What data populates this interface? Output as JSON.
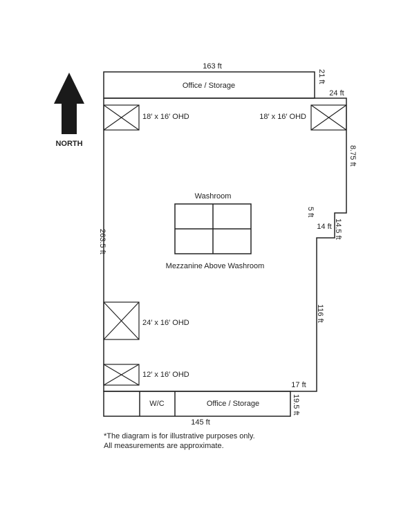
{
  "compass": {
    "label": "NORTH",
    "icon": "north-arrow-icon"
  },
  "rooms": {
    "top_office": "Office / Storage",
    "bottom_office": "Office / Storage",
    "wc": "W/C",
    "washroom": "Washroom",
    "mezzanine": "Mezzanine Above Washroom"
  },
  "doors": {
    "ohd_nw": "18′ x 16′ OHD",
    "ohd_ne": "18′ x 16′ OHD",
    "ohd_west_large": "24′ x 16′ OHD",
    "ohd_west_small": "12′ x 16′ OHD"
  },
  "dimensions": {
    "north_width": "163 ft",
    "top_office_depth": "21 ft",
    "ne_jog": "24 ft",
    "east_upper": "8.75 ft",
    "east_step_small": "5 ft",
    "east_step_width": "14 ft",
    "east_step_depth": "14.5 ft",
    "west_length": "263.5 ft",
    "east_lower": "116 ft",
    "south_jog": "17 ft",
    "bottom_office_depth": "19.5 ft",
    "south_width": "145 ft"
  },
  "notes": {
    "line1": "*The diagram is for illustrative purposes only.",
    "line2": "All measurements are approximate."
  }
}
